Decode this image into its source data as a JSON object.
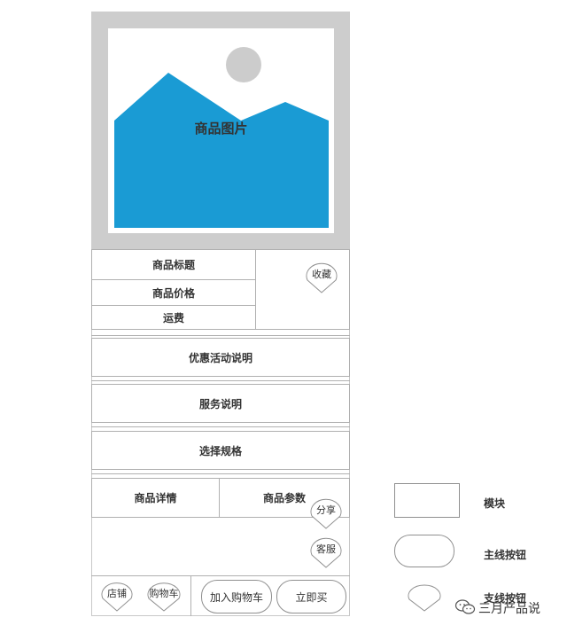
{
  "hero": {
    "label": "商品图片",
    "colors": {
      "frame": "#cdcdcd",
      "mountain": "#1a9bd4",
      "sun": "#cccccc"
    }
  },
  "info": {
    "title": "商品标题",
    "price": "商品价格",
    "shipping": "运费",
    "favorite": "收藏"
  },
  "sections": {
    "promotion": "优惠活动说明",
    "service": "服务说明",
    "spec": "选择规格"
  },
  "tabs": {
    "details": "商品详情",
    "params": "商品参数"
  },
  "floating": {
    "share": "分享",
    "support": "客服"
  },
  "bottom_bar": {
    "shop": "店铺",
    "cart": "购物车",
    "add_to_cart": "加入购物车",
    "buy_now": "立即买"
  },
  "legend": {
    "module": "模块",
    "main_button": "主线按钮",
    "branch_button": "支线按钮"
  },
  "watermark": "三月产品说"
}
